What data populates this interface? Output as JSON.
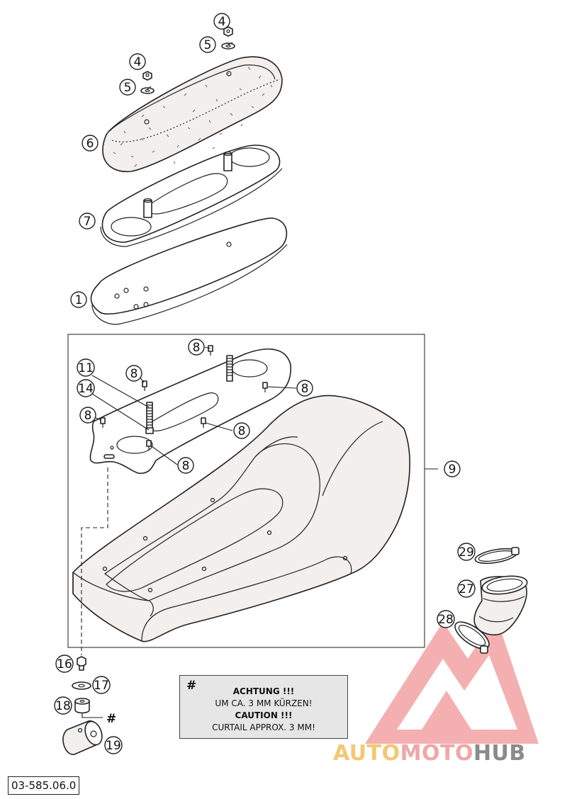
{
  "callouts": [
    {
      "id": "c4a",
      "label": "4"
    },
    {
      "id": "c5a",
      "label": "5"
    },
    {
      "id": "c4b",
      "label": "4"
    },
    {
      "id": "c5b",
      "label": "5"
    },
    {
      "id": "c6",
      "label": "6"
    },
    {
      "id": "c7",
      "label": "7"
    },
    {
      "id": "c1",
      "label": "1"
    },
    {
      "id": "c8a",
      "label": "8"
    },
    {
      "id": "c11",
      "label": "11"
    },
    {
      "id": "c8b",
      "label": "8"
    },
    {
      "id": "c8c",
      "label": "8"
    },
    {
      "id": "c14",
      "label": "14"
    },
    {
      "id": "c8d",
      "label": "8"
    },
    {
      "id": "c8e",
      "label": "8"
    },
    {
      "id": "c8f",
      "label": "8"
    },
    {
      "id": "c9",
      "label": "9"
    },
    {
      "id": "c29",
      "label": "29"
    },
    {
      "id": "c27",
      "label": "27"
    },
    {
      "id": "c28",
      "label": "28"
    },
    {
      "id": "c16",
      "label": "16"
    },
    {
      "id": "c17",
      "label": "17"
    },
    {
      "id": "c18",
      "label": "18"
    },
    {
      "id": "c19",
      "label": "19"
    }
  ],
  "hash_marker": "#",
  "note": {
    "symbol": "#",
    "line1": "ACHTUNG !!!",
    "line2": "UM CA. 3 MM KÜRZEN!",
    "line3": "CAUTION !!!",
    "line4": "CURTAIL APPROX. 3 MM!"
  },
  "reference_number": "03-585.06.0",
  "watermark": {
    "part1": "AUTO",
    "part2": "MOTO",
    "part3": "HUB",
    "colors": {
      "auto": "#f2c873",
      "moto": "#f0a7a7",
      "hub": "#8a8a8a",
      "logo": "#f3a3a3"
    }
  }
}
